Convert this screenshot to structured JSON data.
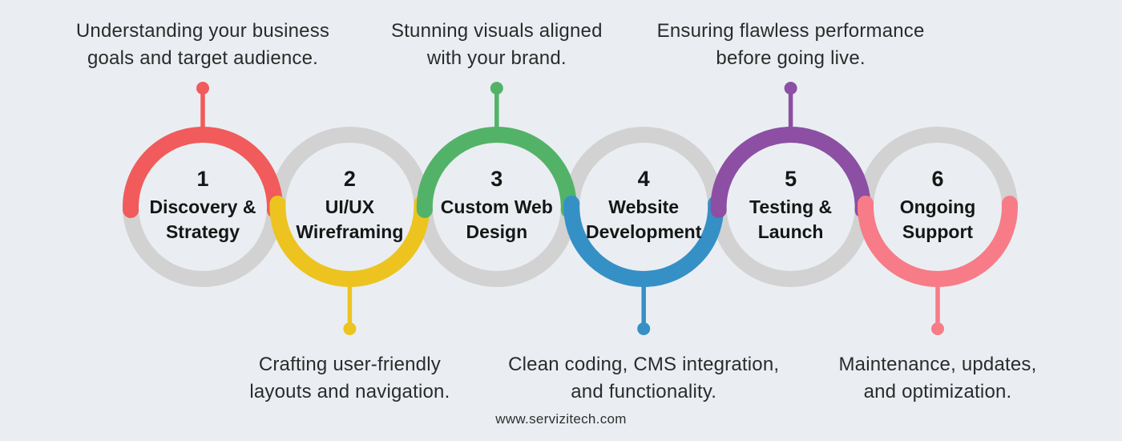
{
  "page": {
    "background": "#eaeef2",
    "ring_color": "#d2d2d2",
    "text_color": "#2b2b2b",
    "title_text_color": "#161616"
  },
  "footer": {
    "url": "www.servizitech.com"
  },
  "steps": [
    {
      "number": "1",
      "title": "Discovery & Strategy",
      "title_lines": [
        "Discovery &",
        "Strategy"
      ],
      "description": "Understanding your business goals and target audience.",
      "desc_lines": [
        "Understanding your business",
        "goals and target audience."
      ],
      "color": "#f15b5b",
      "side": "top"
    },
    {
      "number": "2",
      "title": "UI/UX Wireframing",
      "title_lines": [
        "UI/UX",
        "Wireframing"
      ],
      "description": "Crafting user-friendly layouts and navigation.",
      "desc_lines": [
        "Crafting user-friendly",
        "layouts and navigation."
      ],
      "color": "#edc41f",
      "side": "bottom"
    },
    {
      "number": "3",
      "title": "Custom Web Design",
      "title_lines": [
        "Custom Web",
        "Design"
      ],
      "description": "Stunning visuals aligned with your brand.",
      "desc_lines": [
        "Stunning visuals aligned",
        "with your brand."
      ],
      "color": "#52b368",
      "side": "top"
    },
    {
      "number": "4",
      "title": "Website Development",
      "title_lines": [
        "Website",
        "Development"
      ],
      "description": "Clean coding, CMS integration, and functionality.",
      "desc_lines": [
        "Clean coding, CMS integration,",
        "and functionality."
      ],
      "color": "#3590c6",
      "side": "bottom"
    },
    {
      "number": "5",
      "title": "Testing & Launch",
      "title_lines": [
        "Testing &",
        "Launch"
      ],
      "description": "Ensuring flawless performance before going live.",
      "desc_lines": [
        "Ensuring flawless performance",
        "before going live."
      ],
      "color": "#8c4fa4",
      "side": "top"
    },
    {
      "number": "6",
      "title": "Ongoing Support",
      "title_lines": [
        "Ongoing",
        "Support"
      ],
      "description": "Maintenance, updates, and optimization.",
      "desc_lines": [
        "Maintenance, updates,",
        "and optimization."
      ],
      "color": "#f77c88",
      "side": "bottom"
    }
  ]
}
